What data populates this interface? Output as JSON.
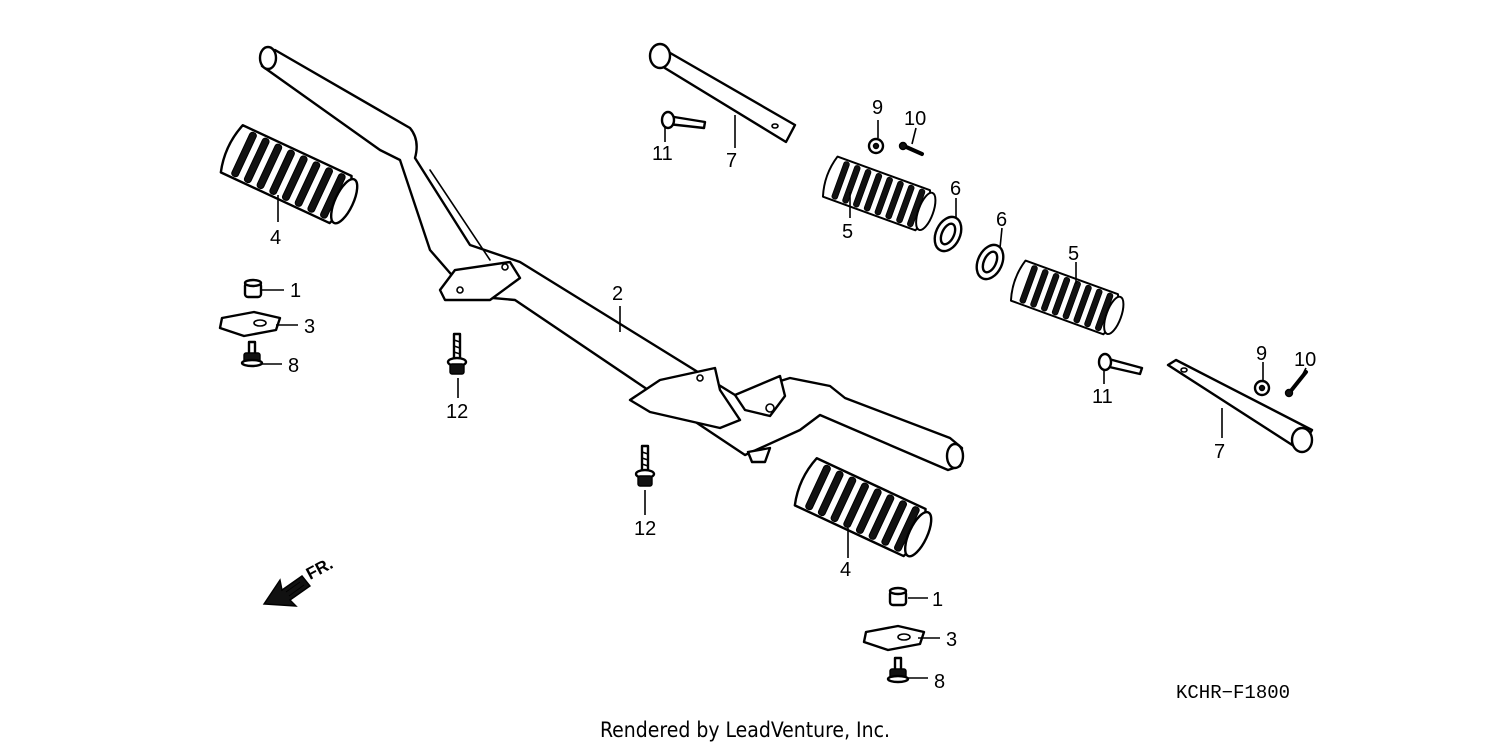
{
  "diagram": {
    "code": "KCHR−F1800",
    "footer": "Rendered by LeadVenture, Inc.",
    "front_marker": "FR.",
    "callouts": [
      {
        "id": "c1a",
        "text": "1"
      },
      {
        "id": "c1b",
        "text": "1"
      },
      {
        "id": "c2",
        "text": "2"
      },
      {
        "id": "c3a",
        "text": "3"
      },
      {
        "id": "c3b",
        "text": "3"
      },
      {
        "id": "c4a",
        "text": "4"
      },
      {
        "id": "c4b",
        "text": "4"
      },
      {
        "id": "c5a",
        "text": "5"
      },
      {
        "id": "c5b",
        "text": "5"
      },
      {
        "id": "c6a",
        "text": "6"
      },
      {
        "id": "c6b",
        "text": "6"
      },
      {
        "id": "c7a",
        "text": "7"
      },
      {
        "id": "c7b",
        "text": "7"
      },
      {
        "id": "c8a",
        "text": "8"
      },
      {
        "id": "c8b",
        "text": "8"
      },
      {
        "id": "c9a",
        "text": "9"
      },
      {
        "id": "c9b",
        "text": "9"
      },
      {
        "id": "c10a",
        "text": "10"
      },
      {
        "id": "c10b",
        "text": "10"
      },
      {
        "id": "c11a",
        "text": "11"
      },
      {
        "id": "c11b",
        "text": "11"
      },
      {
        "id": "c12a",
        "text": "12"
      },
      {
        "id": "c12b",
        "text": "12"
      }
    ]
  }
}
